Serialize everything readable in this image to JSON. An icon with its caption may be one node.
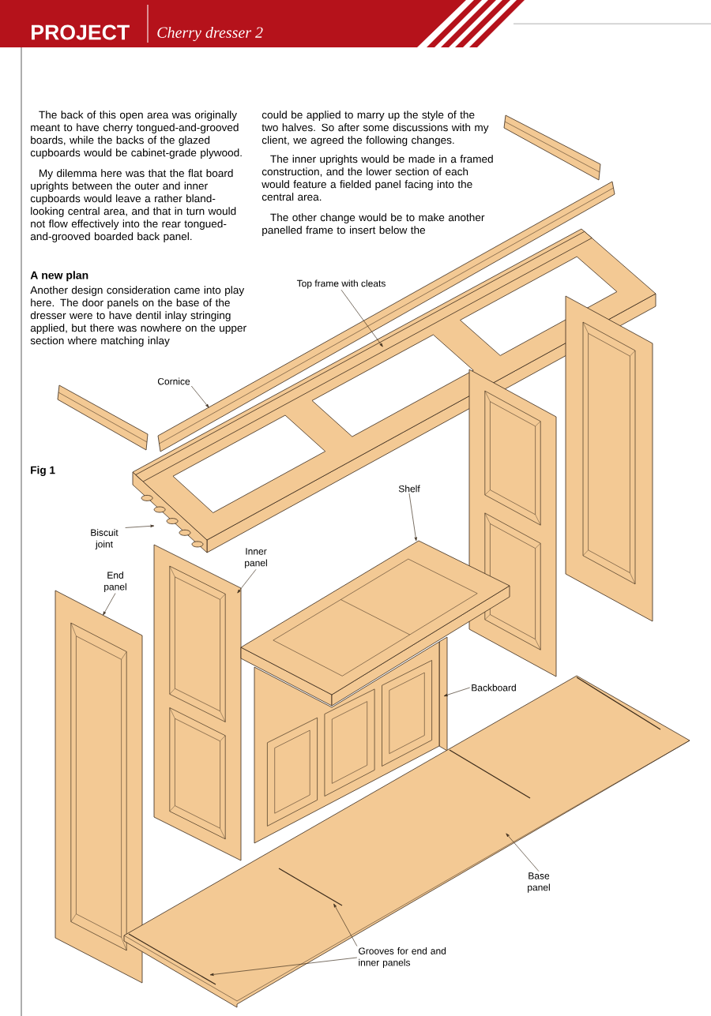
{
  "diagram": {
    "title": "Cherry dresser 2",
    "nodes": [
      {
        "text": [
          "Top frame with cleats"
        ]
      },
      {
        "text": [
          "Cornice"
        ]
      },
      {
        "text": [
          "Shelf"
        ]
      },
      {
        "text": [
          "Biscuit joint"
        ]
      },
      {
        "text": [
          "Inner panel"
        ]
      },
      {
        "text": [
          "End panel"
        ]
      },
      {
        "text": [
          "Backboard"
        ]
      },
      {
        "text": [
          "Base panel"
        ]
      },
      {
        "text": [
          "Grooves for end and inner panels"
        ]
      },
      {
        "text": [],
        "shape": "picture"
      },
      {
        "text": [],
        "shape": "picture"
      },
      {
        "text": [],
        "shape": "picture"
      },
      {
        "text": [],
        "shape": "picture"
      },
      {
        "text": [],
        "shape": "picture"
      },
      {
        "text": [],
        "shape": "picture"
      },
      {
        "text": [],
        "shape": "picture"
      }
    ],
    "edges": [
      {
        "from": 0,
        "to": 9,
        "arrow": "to"
      },
      {
        "from": 1,
        "to": 10,
        "arrow": "to"
      },
      {
        "from": 2,
        "to": 11,
        "arrow": "to"
      },
      {
        "from": 3,
        "to": 9,
        "arrow": "to"
      },
      {
        "from": 4,
        "to": 12,
        "arrow": "to"
      },
      {
        "from": 5,
        "to": 13,
        "arrow": "to"
      },
      {
        "from": 6,
        "to": 14,
        "arrow": "to"
      },
      {
        "from": 7,
        "to": 15,
        "arrow": "to"
      },
      {
        "from": 8,
        "to": 15,
        "arrow": "to"
      },
      {
        "from": 8,
        "to": 15,
        "arrow": "to"
      }
    ],
    "labels": [
      "PROJECT",
      "The back of this open area was originally meant to have cherry tongued-and-grooved boards, while the backs of the glazed cupboards would be cabinet-grade plywood.",
      "My dilemma here was that the flat board uprights between the outer and inner cupboards would leave a rather bland-looking central area, and that in turn would not flow effectively into the rear tongued-and-grooved boarded back panel.",
      "A new plan",
      "Another design consideration came into play here. The door panels on the base of the dresser were to have dentil inlay stringing applied, but there was nowhere on the upper section where matching inlay",
      "could be applied to marry up the style of the two halves. So after some discussions with my client, we agreed the following changes.",
      "The inner uprights would be made in a framed construction, and the lower section of each would feature a fielded panel facing into the central area.",
      "The other change would be to make another panelled frame to insert below the",
      "Fig 1"
    ]
  }
}
